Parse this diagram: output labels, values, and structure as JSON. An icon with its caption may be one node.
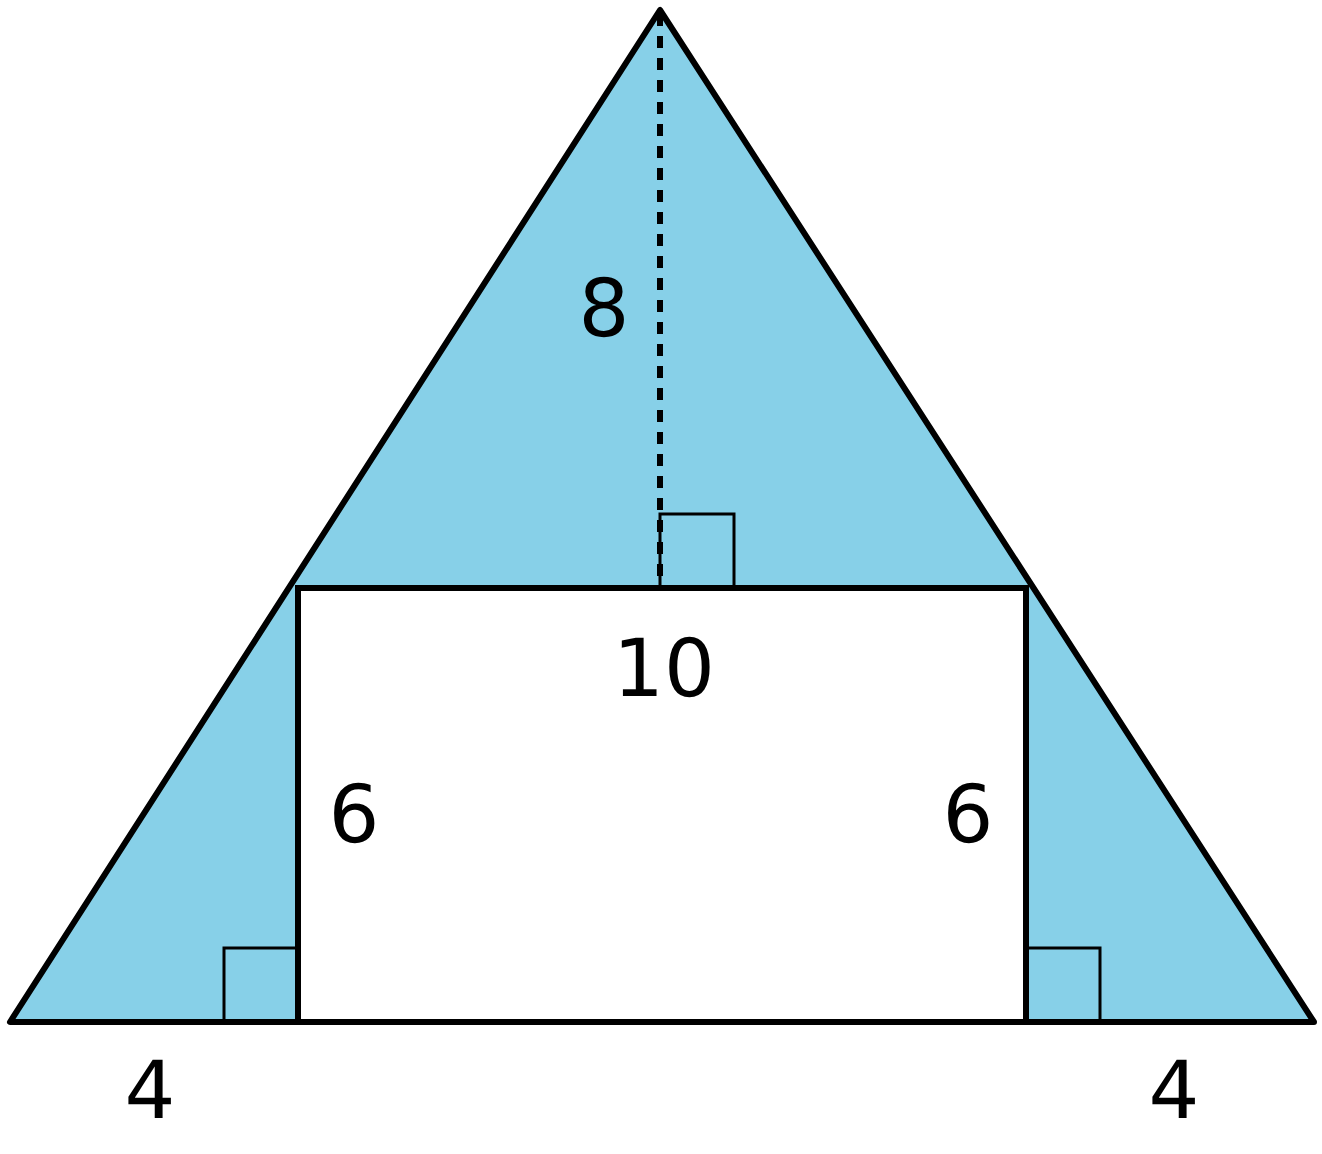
{
  "diagram": {
    "labels": [
      "8",
      "10",
      "6",
      "6",
      "4",
      "4"
    ]
  }
}
